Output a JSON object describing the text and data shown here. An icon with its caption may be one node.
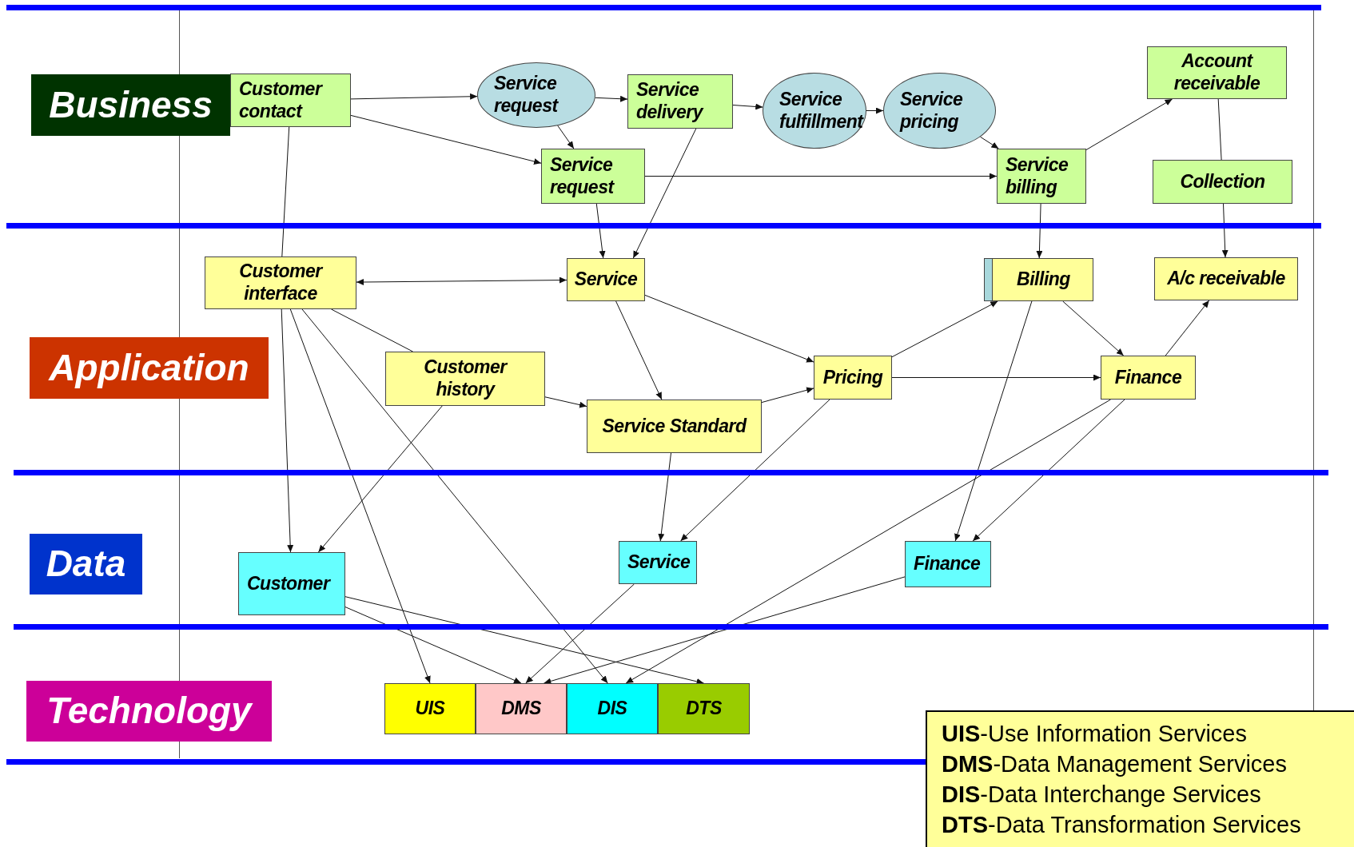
{
  "diagram": {
    "nodes": [
      {
        "text": [
          "Business"
        ]
      },
      {
        "text": [
          "Customer contact"
        ]
      },
      {
        "text": [
          "Service request"
        ]
      },
      {
        "text": [
          "Service delivery"
        ]
      },
      {
        "text": [
          "Service fulfillment"
        ]
      },
      {
        "text": [
          "Service pricing"
        ]
      },
      {
        "text": [
          "Account receivable"
        ]
      },
      {
        "text": [
          "Service request"
        ]
      },
      {
        "text": [
          "Service billing"
        ]
      },
      {
        "text": [
          "Collection"
        ]
      },
      {
        "text": [
          "Application"
        ]
      },
      {
        "text": [
          "Customer interface"
        ]
      },
      {
        "text": [
          "Service"
        ]
      },
      {
        "text": [
          "Billing"
        ]
      },
      {
        "text": [
          "A/c receivable"
        ]
      },
      {
        "text": [
          "Customer history"
        ]
      },
      {
        "text": [
          "Pricing"
        ]
      },
      {
        "text": [
          "Finance"
        ]
      },
      {
        "text": [
          "Service Standard"
        ]
      },
      {
        "text": [
          "Data"
        ]
      },
      {
        "text": [
          "Customer"
        ]
      },
      {
        "text": [
          "Service"
        ]
      },
      {
        "text": [
          "Finance"
        ]
      },
      {
        "text": [
          "Technology"
        ]
      },
      {
        "text": [
          "UIS"
        ]
      },
      {
        "text": [
          "DMS"
        ]
      },
      {
        "text": [
          "DIS"
        ]
      },
      {
        "text": [
          "DTS"
        ]
      }
    ],
    "edges": [
      {
        "from": 1,
        "to": 2,
        "arrow": "to"
      },
      {
        "from": 1,
        "to": 7,
        "arrow": "to"
      },
      {
        "from": 2,
        "to": 3,
        "arrow": "to"
      },
      {
        "from": 2,
        "to": 7,
        "arrow": "to"
      },
      {
        "from": 3,
        "to": 4,
        "arrow": "to"
      },
      {
        "from": 4,
        "to": 5,
        "arrow": "to"
      },
      {
        "from": 5,
        "to": 8,
        "arrow": "to"
      },
      {
        "from": 7,
        "to": 8,
        "arrow": "to"
      },
      {
        "from": 8,
        "to": 6,
        "arrow": "to"
      },
      {
        "from": 6,
        "to": 9,
        "arrow": "none"
      },
      {
        "from": 1,
        "to": 11,
        "arrow": "none"
      },
      {
        "from": 7,
        "to": 12,
        "arrow": "to"
      },
      {
        "from": 3,
        "to": 12,
        "arrow": "to"
      },
      {
        "from": 8,
        "to": 13,
        "arrow": "to"
      },
      {
        "from": 9,
        "to": 14,
        "arrow": "to"
      },
      {
        "from": 11,
        "to": 12,
        "arrow": "both"
      },
      {
        "from": 12,
        "to": 16,
        "arrow": "to"
      },
      {
        "from": 12,
        "to": 18,
        "arrow": "to"
      },
      {
        "from": 11,
        "to": 15,
        "arrow": "none"
      },
      {
        "from": 15,
        "to": 18,
        "arrow": "to"
      },
      {
        "from": 18,
        "to": 16,
        "arrow": "to"
      },
      {
        "from": 16,
        "to": 13,
        "arrow": "to"
      },
      {
        "from": 16,
        "to": 17,
        "arrow": "to"
      },
      {
        "from": 13,
        "to": 17,
        "arrow": "to"
      },
      {
        "from": 17,
        "to": 14,
        "arrow": "to"
      },
      {
        "from": 13,
        "to": 22,
        "arrow": "to"
      },
      {
        "from": 17,
        "to": 22,
        "arrow": "to"
      },
      {
        "from": 17,
        "to": 26,
        "arrow": "to"
      },
      {
        "from": 16,
        "to": 21,
        "arrow": "to"
      },
      {
        "from": 18,
        "to": 21,
        "arrow": "to"
      },
      {
        "from": 11,
        "to": 20,
        "arrow": "to"
      },
      {
        "from": 15,
        "to": 20,
        "arrow": "to"
      },
      {
        "from": 11,
        "to": 24,
        "arrow": "to"
      },
      {
        "from": 11,
        "to": 26,
        "arrow": "to"
      },
      {
        "from": 20,
        "to": 25,
        "arrow": "to"
      },
      {
        "from": 20,
        "to": 27,
        "arrow": "to"
      },
      {
        "from": 21,
        "to": 25,
        "arrow": "to"
      },
      {
        "from": 22,
        "to": 25,
        "arrow": "to"
      }
    ],
    "labels": [
      "**UIS**-Use Information Services",
      "**DMS**-Data Management Services",
      "**DIS**-Data Interchange Services",
      "**DTS**-Data Transformation Services"
    ]
  }
}
